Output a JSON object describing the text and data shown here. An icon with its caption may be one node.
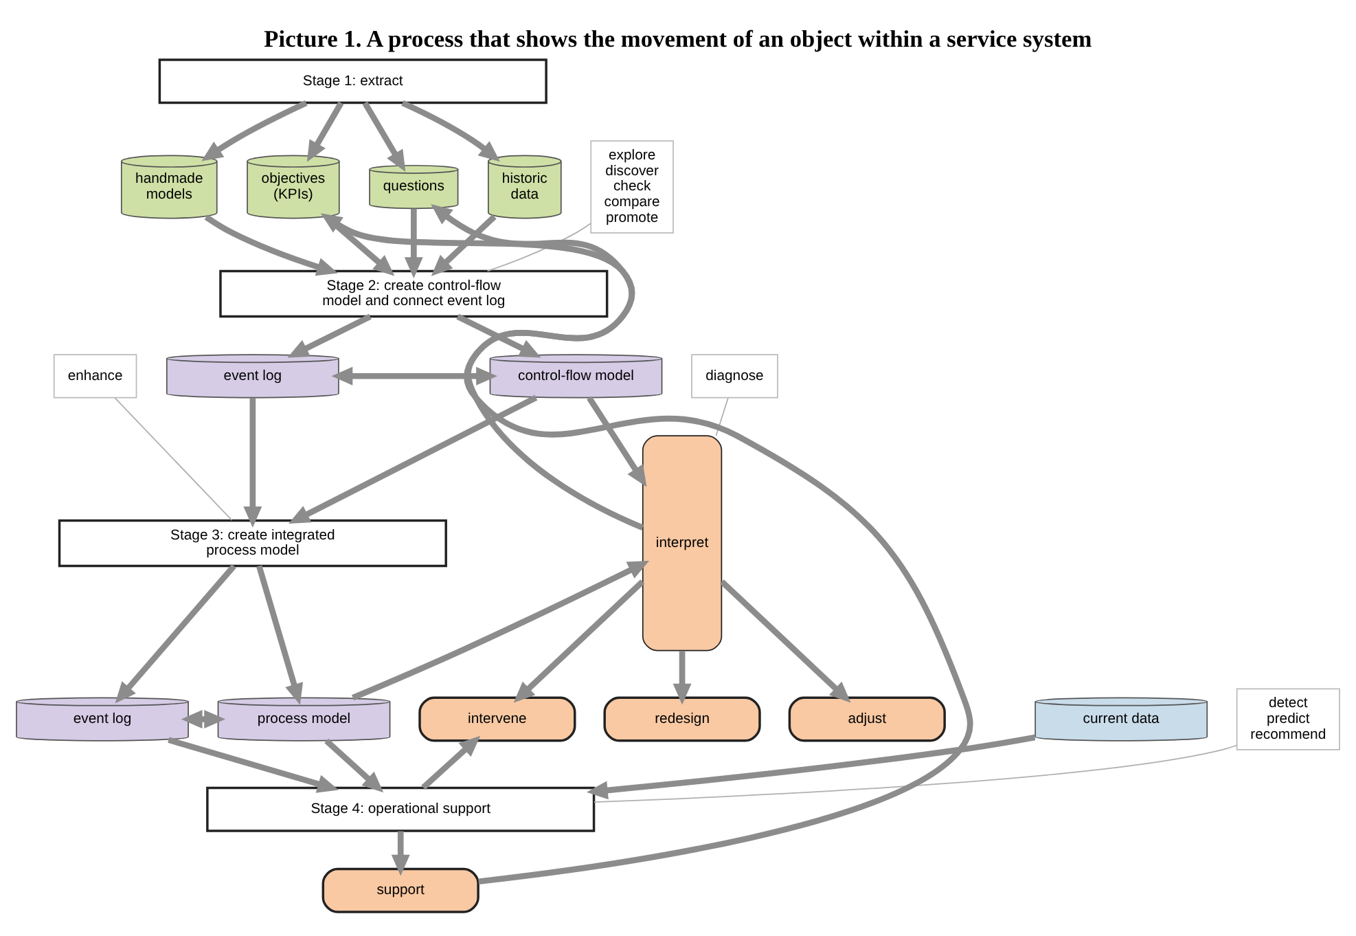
{
  "diagram": {
    "title": "Picture 1. A process that shows the movement of an object within a service system",
    "nodes": [
      {
        "text": [
          "Stage 1: extract"
        ]
      },
      {
        "text": [
          "historic data"
        ]
      },
      {
        "text": [
          "handmade models"
        ]
      },
      {
        "text": [
          "objectives (KPIs)"
        ]
      },
      {
        "text": [
          "questions"
        ]
      },
      {
        "text": [
          "explore discover check compare promote"
        ]
      },
      {
        "text": [
          "Stage 2: create control-flow model and connect event log"
        ]
      },
      {
        "text": [
          "diagnose"
        ]
      },
      {
        "text": [
          "event log"
        ]
      },
      {
        "text": [
          "control-flow model"
        ]
      },
      {
        "text": [
          "interpret"
        ]
      },
      {
        "text": [
          "redesign"
        ]
      },
      {
        "text": [
          "enhance"
        ]
      },
      {
        "text": [
          "Stage 3: create integrated process model"
        ]
      },
      {
        "text": [
          "adjust"
        ]
      },
      {
        "text": [
          "current data"
        ]
      },
      {
        "text": [
          "event log"
        ]
      },
      {
        "text": [
          "process model"
        ]
      },
      {
        "text": [
          "intervene"
        ]
      },
      {
        "text": [
          "detect predict recommend"
        ]
      },
      {
        "text": [
          "Stage 4: operational support"
        ]
      },
      {
        "text": [
          "support"
        ]
      }
    ],
    "edges": [
      {
        "from": 0,
        "to": 1,
        "arrow": "to"
      },
      {
        "from": 0,
        "to": 2,
        "arrow": "to"
      },
      {
        "from": 0,
        "to": 3,
        "arrow": "to"
      },
      {
        "from": 0,
        "to": 4,
        "arrow": "to"
      },
      {
        "from": 1,
        "to": 6,
        "arrow": "to"
      },
      {
        "from": 2,
        "to": 6,
        "arrow": "to"
      },
      {
        "from": 3,
        "to": 6,
        "arrow": "to"
      },
      {
        "from": 4,
        "to": 6,
        "arrow": "to"
      },
      {
        "from": 5,
        "to": 6,
        "arrow": "none",
        "color": "#b0b0b0"
      },
      {
        "from": 6,
        "to": 8,
        "arrow": "to"
      },
      {
        "from": 6,
        "to": 9,
        "arrow": "to"
      },
      {
        "from": 8,
        "to": 9,
        "arrow": "both"
      },
      {
        "from": 7,
        "to": 10,
        "arrow": "none",
        "color": "#b0b0b0"
      },
      {
        "from": 9,
        "to": 10,
        "arrow": "to"
      },
      {
        "from": 10,
        "to": 4,
        "arrow": "to"
      },
      {
        "from": 10,
        "to": 11,
        "arrow": "to"
      },
      {
        "from": 10,
        "to": 14,
        "arrow": "to"
      },
      {
        "from": 10,
        "to": 18,
        "arrow": "to"
      },
      {
        "from": 8,
        "to": 13,
        "arrow": "to"
      },
      {
        "from": 9,
        "to": 13,
        "arrow": "to"
      },
      {
        "from": 12,
        "to": 13,
        "arrow": "none",
        "color": "#b0b0b0"
      },
      {
        "from": 13,
        "to": 16,
        "arrow": "to"
      },
      {
        "from": 13,
        "to": 17,
        "arrow": "to"
      },
      {
        "from": 16,
        "to": 17,
        "arrow": "both"
      },
      {
        "from": 17,
        "to": 10,
        "arrow": "to"
      },
      {
        "from": 15,
        "to": 20,
        "arrow": "to"
      },
      {
        "from": 16,
        "to": 20,
        "arrow": "to"
      },
      {
        "from": 17,
        "to": 20,
        "arrow": "to"
      },
      {
        "from": 19,
        "to": 20,
        "arrow": "none",
        "color": "#b0b0b0"
      },
      {
        "from": 20,
        "to": 18,
        "arrow": "to"
      },
      {
        "from": 20,
        "to": 21,
        "arrow": "to"
      },
      {
        "from": 21,
        "to": 3,
        "arrow": "to"
      }
    ]
  }
}
